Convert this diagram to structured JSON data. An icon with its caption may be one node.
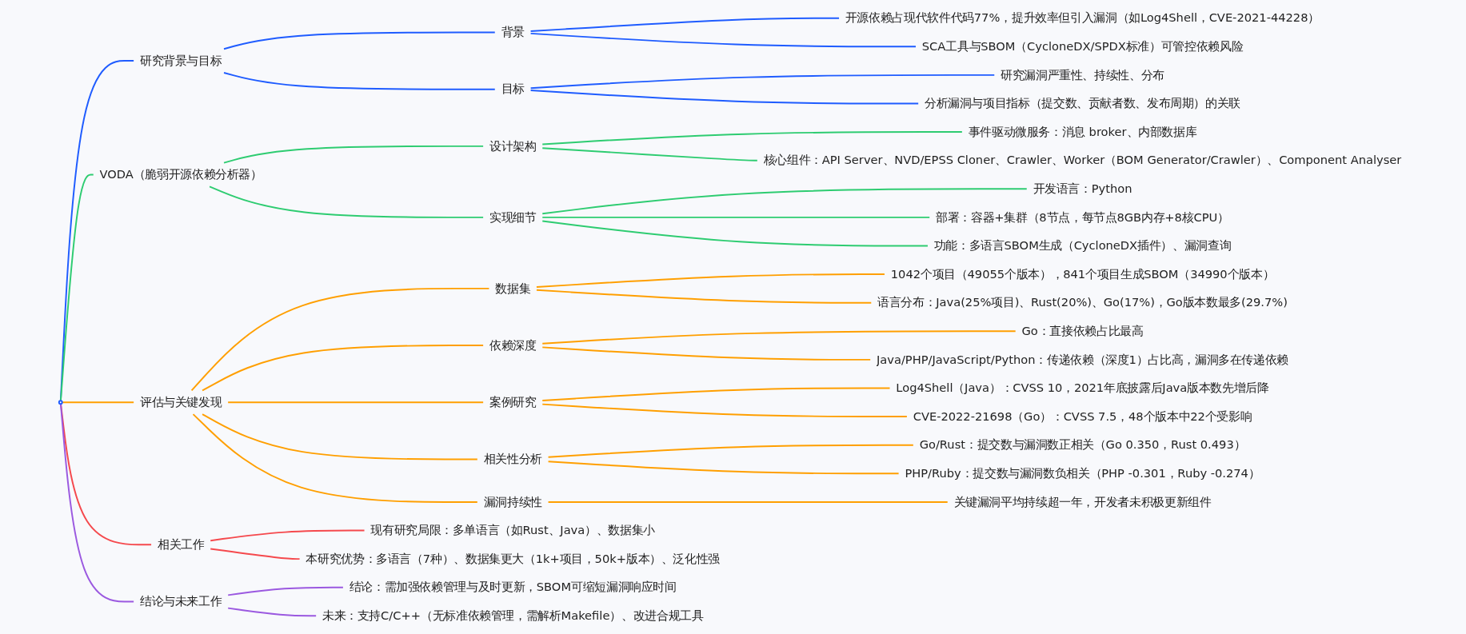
{
  "diagram": {
    "nodes": [
      {
        "text": [],
        "shape": "circle"
      },
      {
        "text": [
          "研究背景与目标"
        ]
      },
      {
        "text": [
          "背景"
        ]
      },
      {
        "text": [
          "开源依赖占现代软件代码77%，提升效率但引入漏洞（如Log4Shell，CVE-2021-44228）"
        ]
      },
      {
        "text": [
          "SCA工具与SBOM（CycloneDX/SPDX标准）可管控依赖风险"
        ]
      },
      {
        "text": [
          "目标"
        ]
      },
      {
        "text": [
          "研究漏洞严重性、持续性、分布"
        ]
      },
      {
        "text": [
          "分析漏洞与项目指标（提交数、贡献者数、发布周期）的关联"
        ]
      },
      {
        "text": [
          "VODA（脆弱开源依赖分析器）"
        ]
      },
      {
        "text": [
          "设计架构"
        ]
      },
      {
        "text": [
          "事件驱动微服务：消息 broker、内部数据库"
        ]
      },
      {
        "text": [
          "核心组件：API Server、NVD/EPSS Cloner、Crawler、Worker（BOM Generator/Crawler）、Component Analyser"
        ]
      },
      {
        "text": [
          "实现细节"
        ]
      },
      {
        "text": [
          "开发语言：Python"
        ]
      },
      {
        "text": [
          "部署：容器+集群（8节点，每节点8GB内存+8核CPU）"
        ]
      },
      {
        "text": [
          "功能：多语言SBOM生成（CycloneDX插件）、漏洞查询"
        ]
      },
      {
        "text": [
          "评估与关键发现"
        ]
      },
      {
        "text": [
          "数据集"
        ]
      },
      {
        "text": [
          "1042个项目（49055个版本），841个项目生成SBOM（34990个版本）"
        ]
      },
      {
        "text": [
          "语言分布：Java(25%项目)、Rust(20%)、Go(17%)，Go版本数最多(29.7%)"
        ]
      },
      {
        "text": [
          "依赖深度"
        ]
      },
      {
        "text": [
          "Go：直接依赖占比最高"
        ]
      },
      {
        "text": [
          "Java/PHP/JavaScript/Python：传递依赖（深度1）占比高，漏洞多在传递依赖"
        ]
      },
      {
        "text": [
          "案例研究"
        ]
      },
      {
        "text": [
          "Log4Shell（Java）：CVSS 10，2021年底披露后Java版本数先增后降"
        ]
      },
      {
        "text": [
          "CVE-2022-21698（Go）：CVSS 7.5，48个版本中22个受影响"
        ]
      },
      {
        "text": [
          "相关性分析"
        ]
      },
      {
        "text": [
          "Go/Rust：提交数与漏洞数正相关（Go 0.350，Rust 0.493）"
        ]
      },
      {
        "text": [
          "PHP/Ruby：提交数与漏洞数负相关（PHP -0.301，Ruby -0.274）"
        ]
      },
      {
        "text": [
          "漏洞持续性"
        ]
      },
      {
        "text": [
          "关键漏洞平均持续超一年，开发者未积极更新组件"
        ]
      },
      {
        "text": [
          "相关工作"
        ]
      },
      {
        "text": [
          "现有研究局限：多单语言（如Rust、Java）、数据集小"
        ]
      },
      {
        "text": [
          "本研究优势：多语言（7种）、数据集更大（1k+项目，50k+版本）、泛化性强"
        ]
      },
      {
        "text": [
          "结论与未来工作"
        ]
      },
      {
        "text": [
          "结论：需加强依赖管理与及时更新，SBOM可缩短漏洞响应时间"
        ]
      },
      {
        "text": [
          "未来：支持C/C++（无标准依赖管理，需解析Makefile）、改进合规工具"
        ]
      }
    ],
    "edges": [
      {
        "from": 0,
        "to": 1,
        "arrow": "none",
        "color": "#1f5cff"
      },
      {
        "from": 1,
        "to": 2,
        "arrow": "none",
        "color": "#1f5cff"
      },
      {
        "from": 2,
        "to": 3,
        "arrow": "none",
        "color": "#1f5cff"
      },
      {
        "from": 2,
        "to": 4,
        "arrow": "none",
        "color": "#1f5cff"
      },
      {
        "from": 1,
        "to": 5,
        "arrow": "none",
        "color": "#1f5cff"
      },
      {
        "from": 5,
        "to": 6,
        "arrow": "none",
        "color": "#1f5cff"
      },
      {
        "from": 5,
        "to": 7,
        "arrow": "none",
        "color": "#1f5cff"
      },
      {
        "from": 0,
        "to": 8,
        "arrow": "none",
        "color": "#2ecc71"
      },
      {
        "from": 8,
        "to": 9,
        "arrow": "none",
        "color": "#2ecc71"
      },
      {
        "from": 9,
        "to": 10,
        "arrow": "none",
        "color": "#2ecc71"
      },
      {
        "from": 9,
        "to": 11,
        "arrow": "none",
        "color": "#2ecc71"
      },
      {
        "from": 8,
        "to": 12,
        "arrow": "none",
        "color": "#2ecc71"
      },
      {
        "from": 12,
        "to": 13,
        "arrow": "none",
        "color": "#2ecc71"
      },
      {
        "from": 12,
        "to": 14,
        "arrow": "none",
        "color": "#2ecc71"
      },
      {
        "from": 12,
        "to": 15,
        "arrow": "none",
        "color": "#2ecc71"
      },
      {
        "from": 0,
        "to": 16,
        "arrow": "none",
        "color": "#ff9f00"
      },
      {
        "from": 16,
        "to": 17,
        "arrow": "none",
        "color": "#ff9f00"
      },
      {
        "from": 17,
        "to": 18,
        "arrow": "none",
        "color": "#ff9f00"
      },
      {
        "from": 17,
        "to": 19,
        "arrow": "none",
        "color": "#ff9f00"
      },
      {
        "from": 16,
        "to": 20,
        "arrow": "none",
        "color": "#ff9f00"
      },
      {
        "from": 20,
        "to": 21,
        "arrow": "none",
        "color": "#ff9f00"
      },
      {
        "from": 20,
        "to": 22,
        "arrow": "none",
        "color": "#ff9f00"
      },
      {
        "from": 16,
        "to": 23,
        "arrow": "none",
        "color": "#ff9f00"
      },
      {
        "from": 23,
        "to": 24,
        "arrow": "none",
        "color": "#ff9f00"
      },
      {
        "from": 23,
        "to": 25,
        "arrow": "none",
        "color": "#ff9f00"
      },
      {
        "from": 16,
        "to": 26,
        "arrow": "none",
        "color": "#ff9f00"
      },
      {
        "from": 26,
        "to": 27,
        "arrow": "none",
        "color": "#ff9f00"
      },
      {
        "from": 26,
        "to": 28,
        "arrow": "none",
        "color": "#ff9f00"
      },
      {
        "from": 16,
        "to": 29,
        "arrow": "none",
        "color": "#ff9f00"
      },
      {
        "from": 29,
        "to": 30,
        "arrow": "none",
        "color": "#ff9f00"
      },
      {
        "from": 0,
        "to": 31,
        "arrow": "none",
        "color": "#f5494d"
      },
      {
        "from": 31,
        "to": 32,
        "arrow": "none",
        "color": "#f5494d"
      },
      {
        "from": 31,
        "to": 33,
        "arrow": "none",
        "color": "#f5494d"
      },
      {
        "from": 0,
        "to": 34,
        "arrow": "none",
        "color": "#9b59e0"
      },
      {
        "from": 34,
        "to": 35,
        "arrow": "none",
        "color": "#9b59e0"
      },
      {
        "from": 34,
        "to": 36,
        "arrow": "none",
        "color": "#9b59e0"
      }
    ]
  }
}
